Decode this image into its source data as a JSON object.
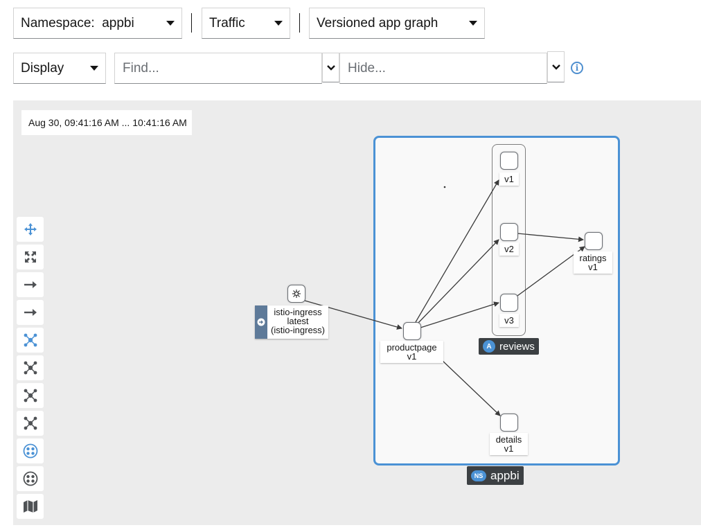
{
  "toolbar": {
    "namespace_label": "Namespace:",
    "namespace_value": "appbi",
    "traffic_label": "Traffic",
    "graph_type_label": "Versioned app graph",
    "display_label": "Display",
    "find_placeholder": "Find...",
    "hide_placeholder": "Hide..."
  },
  "graph": {
    "time_range": "Aug 30, 09:41:16 AM ... 10:41:16 AM",
    "namespace_box": {
      "badge": "NS",
      "name": "appbi"
    },
    "app_box": {
      "badge": "A",
      "name": "reviews"
    },
    "nodes": {
      "ingress": {
        "line1": "istio-ingress",
        "line2": "latest",
        "line3": "(istio-ingress)"
      },
      "productpage": {
        "line1": "productpage",
        "line2": "v1"
      },
      "reviews_v1": {
        "line1": "v1"
      },
      "reviews_v2": {
        "line1": "v2"
      },
      "reviews_v3": {
        "line1": "v3"
      },
      "ratings": {
        "line1": "ratings",
        "line2": "v1"
      },
      "details": {
        "line1": "details",
        "line2": "v1"
      }
    }
  },
  "side_toolbar": [
    "pan-icon",
    "fit-to-screen-icon",
    "zoom-in-icon",
    "zoom-out-icon",
    "layout-default-icon",
    "layout-1-icon",
    "layout-2-icon",
    "layout-3-icon",
    "namespace-boxing-icon",
    "node-boxing-icon",
    "legend-icon"
  ],
  "colors": {
    "accent": "#4b92d5",
    "badge_dark": "#3c4043",
    "graph_background": "#ececec"
  }
}
